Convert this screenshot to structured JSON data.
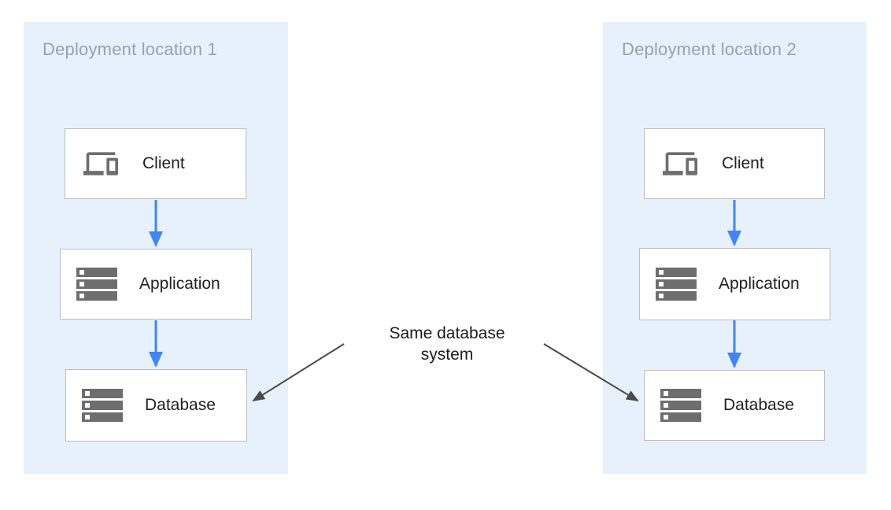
{
  "panels": [
    {
      "title": "Deployment location 1",
      "nodes": [
        {
          "id": "client",
          "label": "Client",
          "icon": "devices-icon"
        },
        {
          "id": "application",
          "label": "Application",
          "icon": "server-stack-icon"
        },
        {
          "id": "database",
          "label": "Database",
          "icon": "server-stack-icon"
        }
      ]
    },
    {
      "title": "Deployment location 2",
      "nodes": [
        {
          "id": "client",
          "label": "Client",
          "icon": "devices-icon"
        },
        {
          "id": "application",
          "label": "Application",
          "icon": "server-stack-icon"
        },
        {
          "id": "database",
          "label": "Database",
          "icon": "server-stack-icon"
        }
      ]
    }
  ],
  "annotation": {
    "lines": [
      "Same database",
      "system"
    ]
  },
  "connections": [
    {
      "panel": 1,
      "from": "client",
      "to": "application",
      "type": "flow"
    },
    {
      "panel": 1,
      "from": "application",
      "to": "database",
      "type": "flow"
    },
    {
      "panel": 2,
      "from": "client",
      "to": "application",
      "type": "flow"
    },
    {
      "panel": 2,
      "from": "application",
      "to": "database",
      "type": "flow"
    },
    {
      "panel": 1,
      "from": "annotation",
      "to": "database",
      "type": "callout"
    },
    {
      "panel": 2,
      "from": "annotation",
      "to": "database",
      "type": "callout"
    }
  ],
  "colors": {
    "panel_background": "#e7f1fb",
    "node_background": "#ffffff",
    "node_border": "#bdbdbd",
    "icon_gray": "#6e6e6e",
    "flow_arrow_blue": "#4285f4",
    "callout_arrow_gray": "#4a4a4a",
    "panel_title_gray": "#99a1a9",
    "node_label_dark": "#202124",
    "annotation_text": "#1b1b1b"
  }
}
